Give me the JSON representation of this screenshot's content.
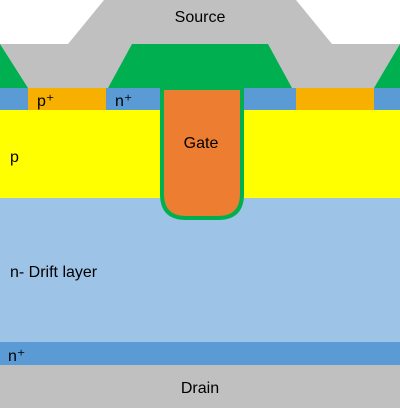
{
  "labels": {
    "source": "Source",
    "p_plus": "p⁺",
    "n_plus_top": "n⁺",
    "gate": "Gate",
    "p": "p",
    "drift": "n- Drift layer",
    "n_plus_bottom": "n⁺",
    "drain": "Drain"
  },
  "colors": {
    "metal": "#c0c0c0",
    "oxide": "#00b050",
    "p_plus": "#f7b000",
    "n_plus": "#5b9bd5",
    "p": "#ffff00",
    "drift": "#9dc3e6",
    "gate": "#ed7d31",
    "gate_outline": "#00b050"
  }
}
